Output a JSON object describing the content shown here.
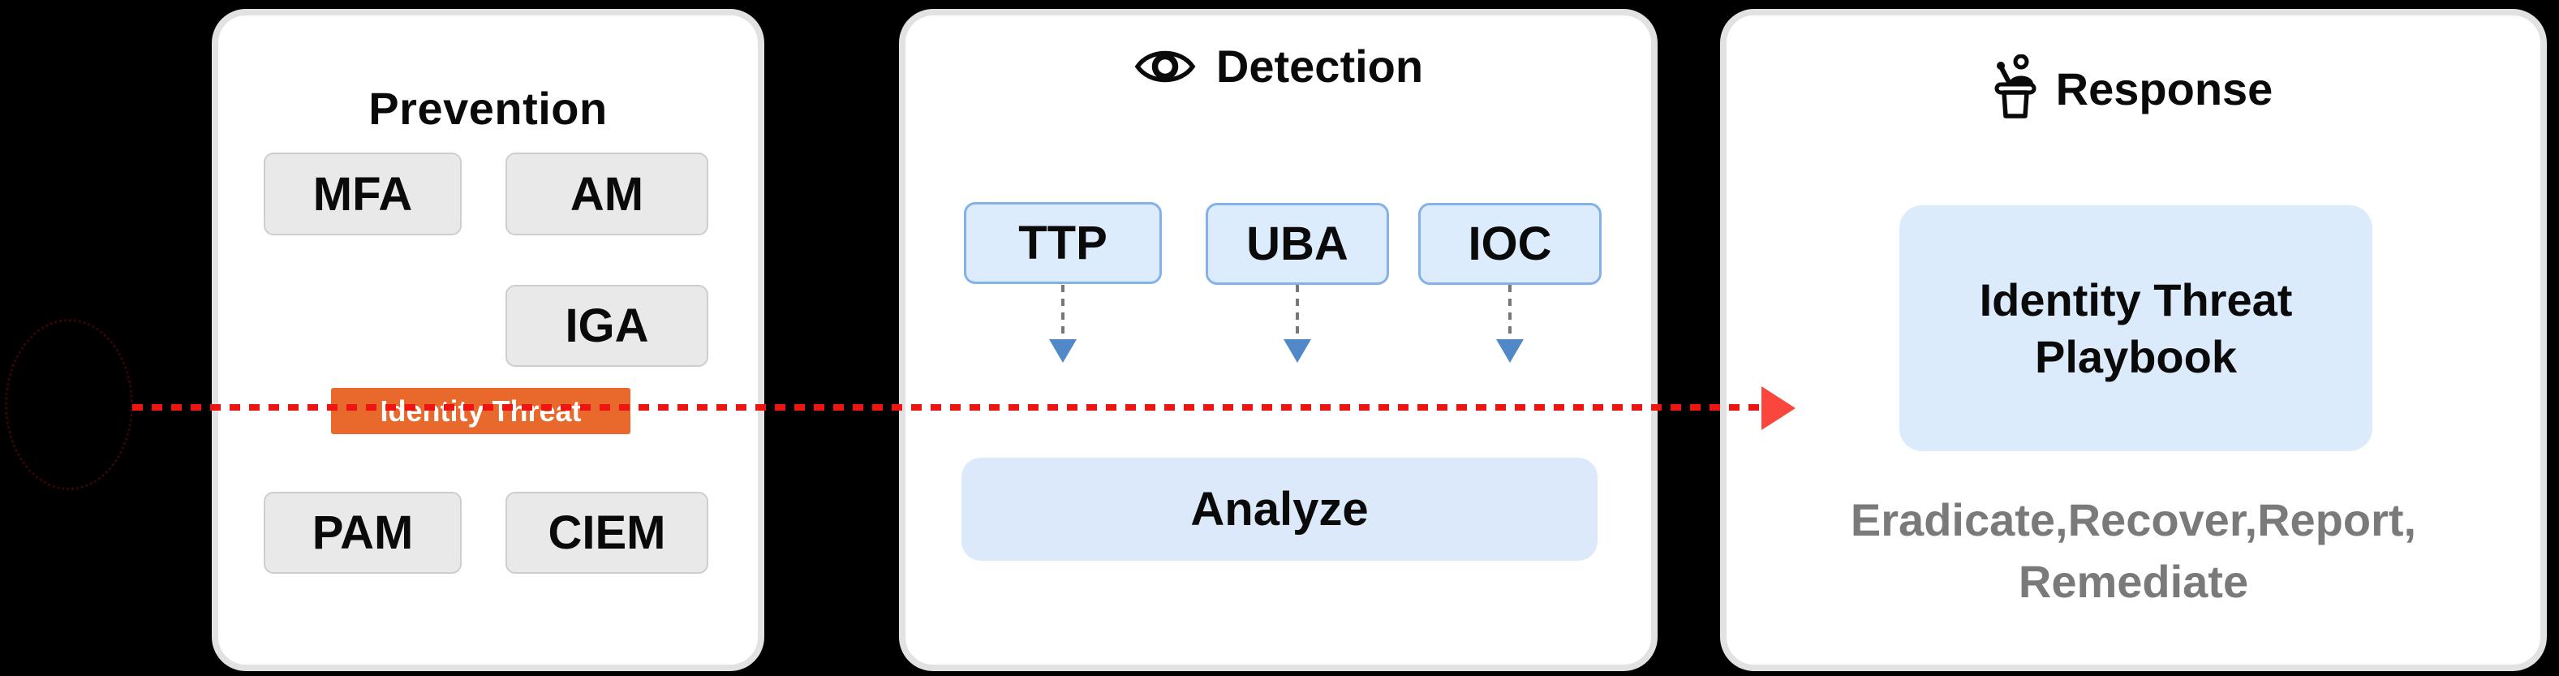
{
  "canvas": {
    "background": "#000000"
  },
  "threat_flow": {
    "description": "red dashed arrow crossing all panels",
    "line_color": "#ee1411",
    "arrowhead_color": "#fa463c"
  },
  "prevention": {
    "title": "Prevention",
    "boxes": [
      {
        "label": "MFA"
      },
      {
        "label": "AM"
      },
      {
        "label": "IGA"
      },
      {
        "label": "PAM"
      },
      {
        "label": "CIEM"
      }
    ],
    "threat_chip": {
      "label": "Identity Threat",
      "background": "#e9682c",
      "text_color": "#ffffff"
    }
  },
  "detection": {
    "title": "Detection",
    "icon": "eye-icon",
    "signals": [
      {
        "label": "TTP"
      },
      {
        "label": "UBA"
      },
      {
        "label": "IOC"
      }
    ],
    "connector_arrow_color": "#5188c8",
    "analyze": {
      "label": "Analyze",
      "background": "#dbe9fb"
    }
  },
  "response": {
    "title": "Response",
    "icon": "podium-icon",
    "playbook": {
      "line1": "Identity Threat",
      "line2": "Playbook",
      "background": "#dcebfb"
    },
    "actions": {
      "line1": "Eradicate,Recover,Report,",
      "line2": "Remediate",
      "text_color": "#7a7a7a"
    }
  }
}
